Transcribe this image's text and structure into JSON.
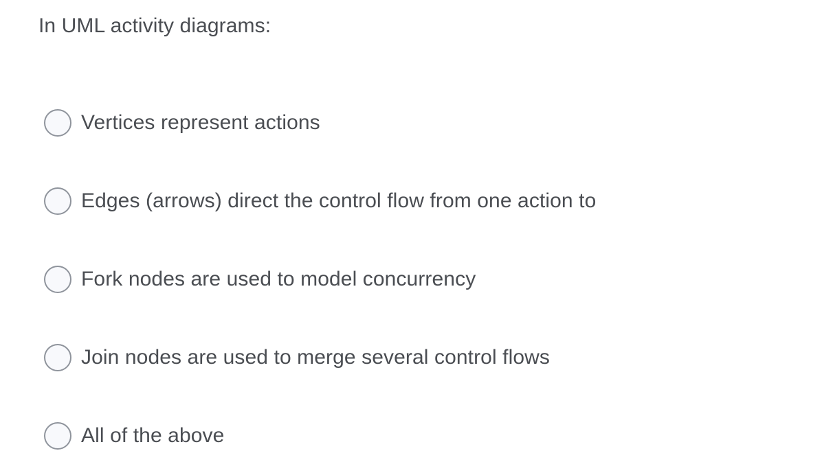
{
  "question": {
    "prompt": "In UML activity diagrams:"
  },
  "answers": {
    "options": [
      {
        "id": "a",
        "label": "Vertices represent actions",
        "selected": false
      },
      {
        "id": "b",
        "label": "Edges (arrows) direct the control flow from one action to",
        "selected": false
      },
      {
        "id": "c",
        "label": "Fork nodes are used to model concurrency",
        "selected": false
      },
      {
        "id": "d",
        "label": "Join nodes are used to merge several control flows",
        "selected": false
      },
      {
        "id": "e",
        "label": "All of the above",
        "selected": false
      }
    ]
  },
  "theme": {
    "background": "#ffffff",
    "text_color": "#4a4d52",
    "radio_border": "#8f949c",
    "radio_fill": "#f8f9fc"
  }
}
